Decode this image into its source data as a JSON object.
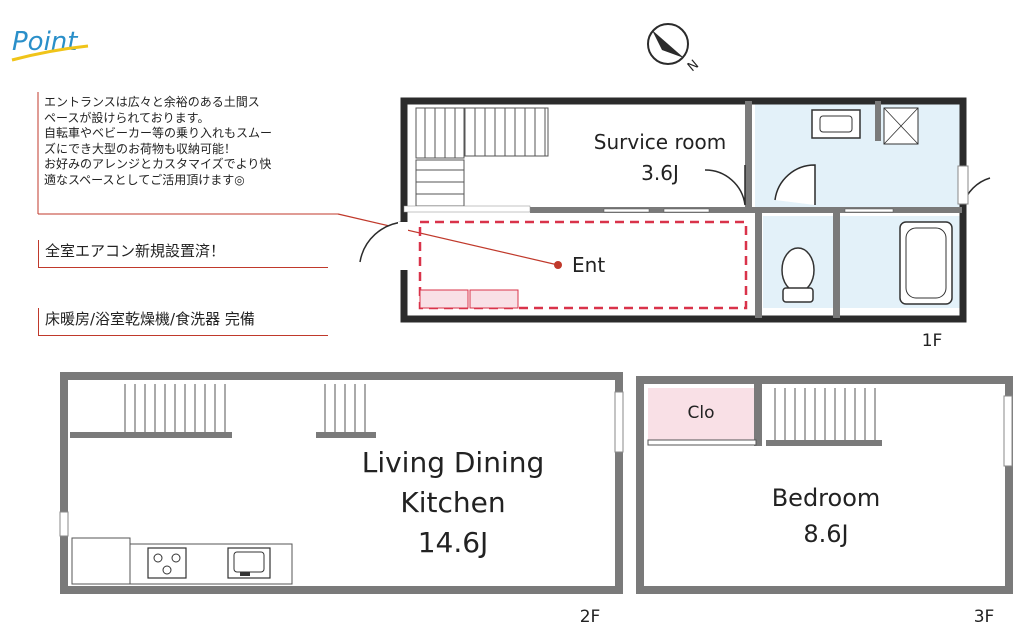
{
  "header": {
    "point_logo": "Point"
  },
  "notes": {
    "lines": [
      "エントランスは広々と余裕のある土間ス",
      "ペースが設けられております。",
      "自転車やベビーカー等の乗り入れもスムー",
      "ズにでき大型のお荷物も収納可能！",
      "お好みのアレンジとカスタマイズでより快",
      "適なスペースとしてご活用頂けます◎"
    ]
  },
  "features": [
    "全室エアコン新規設置済！",
    "床暖房/浴室乾燥機/食洗器 完備"
  ],
  "compass": {
    "label": "N",
    "icon": "north-arrow-icon"
  },
  "floor1": {
    "label": "1F",
    "service_room": {
      "name": "Survice room",
      "size": "3.6J"
    },
    "entrance": {
      "name": "Ent"
    }
  },
  "floor2": {
    "label": "2F",
    "ldk": {
      "line1": "Living Dining",
      "line2": "Kitchen",
      "size": "14.6J"
    }
  },
  "floor3": {
    "label": "3F",
    "closet": "Clo",
    "bedroom": {
      "name": "Bedroom",
      "size": "8.6J"
    }
  },
  "colors": {
    "wall": "#2b2b2b",
    "grey_wall": "#7a7a7a",
    "wet_area": "#e3f1f9",
    "closet": "#f9e0e6",
    "accent": "#c0392b",
    "point_blue": "#2a8fc9",
    "point_yellow": "#f0c419"
  }
}
